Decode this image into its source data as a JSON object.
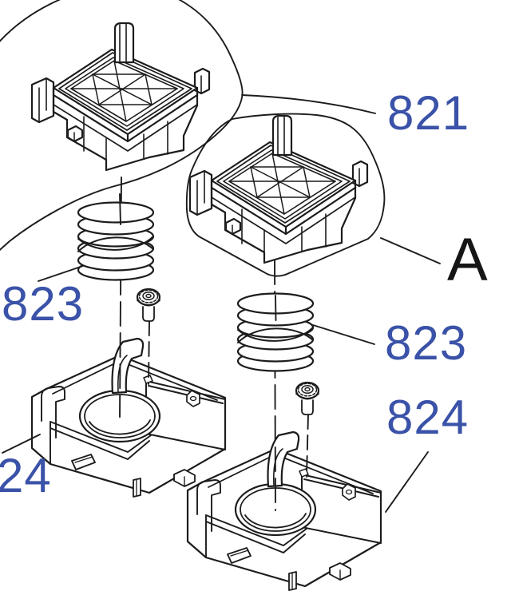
{
  "diagram": {
    "title": "exploded-parts-diagram",
    "labels": {
      "part_821": "821",
      "part_823_left": "823",
      "part_823_right": "823",
      "part_824_left_truncated": "24",
      "part_824_right": "824",
      "assembly_letter": "A"
    },
    "figures": [
      {
        "name": "cap-assembly-top-left",
        "part_number": "821"
      },
      {
        "name": "cap-assembly-center",
        "part_number": "821"
      },
      {
        "name": "coil-spring-left",
        "part_number": "823"
      },
      {
        "name": "coil-spring-right",
        "part_number": "823"
      },
      {
        "name": "flange-screw-left"
      },
      {
        "name": "flange-screw-right"
      },
      {
        "name": "cap-holder-left",
        "part_number": "824"
      },
      {
        "name": "cap-holder-right",
        "part_number": "824"
      },
      {
        "name": "boundary-blob-top-left"
      },
      {
        "name": "boundary-rounded-center",
        "callout": "A"
      }
    ],
    "colors": {
      "part_number_blue": "#3a52a8",
      "callout_black": "#161616",
      "line_black": "#1c1c1c",
      "background": "#ffffff"
    }
  }
}
